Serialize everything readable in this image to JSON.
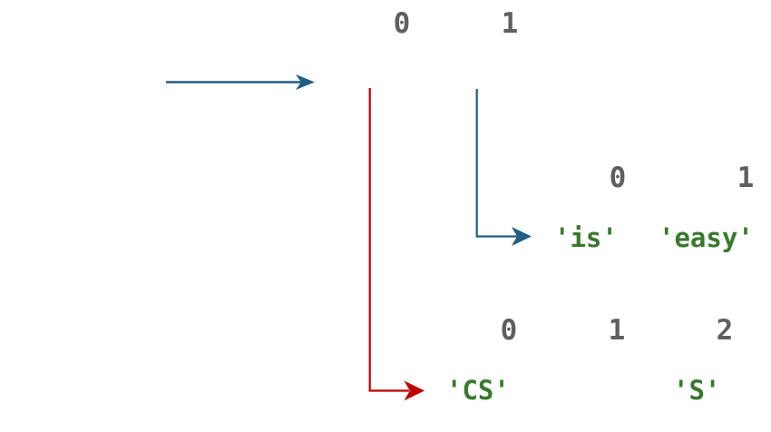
{
  "colors": {
    "background": "#ffffff",
    "index_gray": "#5f5f5f",
    "string_green": "#38792c",
    "arrow_blue": "#215d83",
    "arrow_red": "#c00000"
  },
  "top_list": {
    "indices": [
      "0",
      "1"
    ]
  },
  "right_sublist": {
    "indices": [
      "0",
      "1"
    ],
    "values": [
      "'is'",
      "'easy'"
    ]
  },
  "bottom_sublist": {
    "indices": [
      "0",
      "1",
      "2"
    ],
    "values": [
      "'CS'",
      "'S'"
    ]
  },
  "arrows": [
    {
      "name": "variable-arrow",
      "color": "#215d83",
      "shape": "straight-right"
    },
    {
      "name": "ref-arrow-to-right-sublist",
      "color": "#215d83",
      "shape": "elbow-down-right"
    },
    {
      "name": "ref-arrow-to-bottom-sublist",
      "color": "#c00000",
      "shape": "elbow-down-right"
    }
  ]
}
